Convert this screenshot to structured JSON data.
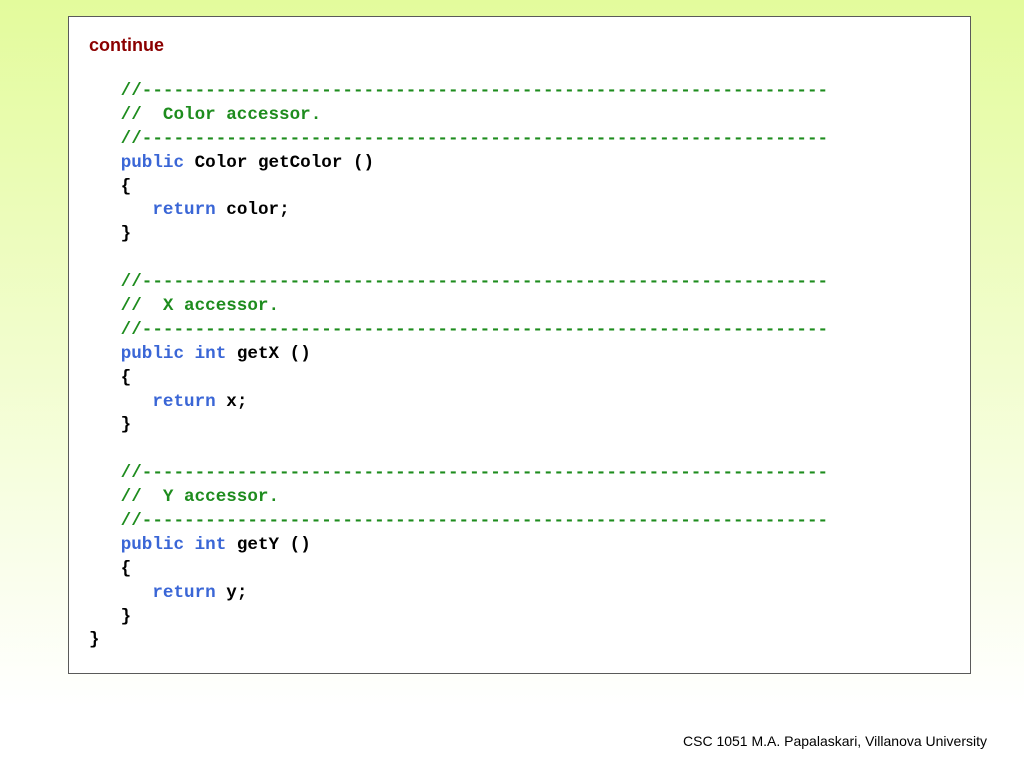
{
  "slide": {
    "heading": "continue",
    "footer": "CSC 1051 M.A. Papalaskari, Villanova University"
  },
  "colors": {
    "heading": "#8b0000",
    "comment": "#1e8c1e",
    "keyword": "#3a66d6",
    "code": "#000000"
  },
  "code": {
    "lines": [
      [
        {
          "t": "   //-----------------------------------------------------------------",
          "c": "comment"
        }
      ],
      [
        {
          "t": "   //  Color accessor.",
          "c": "comment"
        }
      ],
      [
        {
          "t": "   //-----------------------------------------------------------------",
          "c": "comment"
        }
      ],
      [
        {
          "t": "   ",
          "c": "plain"
        },
        {
          "t": "public",
          "c": "keyword"
        },
        {
          "t": " Color getColor ()",
          "c": "plain"
        }
      ],
      [
        {
          "t": "   {",
          "c": "plain"
        }
      ],
      [
        {
          "t": "      ",
          "c": "plain"
        },
        {
          "t": "return",
          "c": "keyword"
        },
        {
          "t": " color;",
          "c": "plain"
        }
      ],
      [
        {
          "t": "   }",
          "c": "plain"
        }
      ],
      [],
      [
        {
          "t": "   //-----------------------------------------------------------------",
          "c": "comment"
        }
      ],
      [
        {
          "t": "   //  X accessor.",
          "c": "comment"
        }
      ],
      [
        {
          "t": "   //-----------------------------------------------------------------",
          "c": "comment"
        }
      ],
      [
        {
          "t": "   ",
          "c": "plain"
        },
        {
          "t": "public",
          "c": "keyword"
        },
        {
          "t": " ",
          "c": "plain"
        },
        {
          "t": "int",
          "c": "keyword"
        },
        {
          "t": " getX ()",
          "c": "plain"
        }
      ],
      [
        {
          "t": "   {",
          "c": "plain"
        }
      ],
      [
        {
          "t": "      ",
          "c": "plain"
        },
        {
          "t": "return",
          "c": "keyword"
        },
        {
          "t": " x;",
          "c": "plain"
        }
      ],
      [
        {
          "t": "   }",
          "c": "plain"
        }
      ],
      [],
      [
        {
          "t": "   //-----------------------------------------------------------------",
          "c": "comment"
        }
      ],
      [
        {
          "t": "   //  Y accessor.",
          "c": "comment"
        }
      ],
      [
        {
          "t": "   //-----------------------------------------------------------------",
          "c": "comment"
        }
      ],
      [
        {
          "t": "   ",
          "c": "plain"
        },
        {
          "t": "public",
          "c": "keyword"
        },
        {
          "t": " ",
          "c": "plain"
        },
        {
          "t": "int",
          "c": "keyword"
        },
        {
          "t": " getY ()",
          "c": "plain"
        }
      ],
      [
        {
          "t": "   {",
          "c": "plain"
        }
      ],
      [
        {
          "t": "      ",
          "c": "plain"
        },
        {
          "t": "return",
          "c": "keyword"
        },
        {
          "t": " y;",
          "c": "plain"
        }
      ],
      [
        {
          "t": "   }",
          "c": "plain"
        }
      ],
      [
        {
          "t": "}",
          "c": "plain"
        }
      ]
    ]
  }
}
